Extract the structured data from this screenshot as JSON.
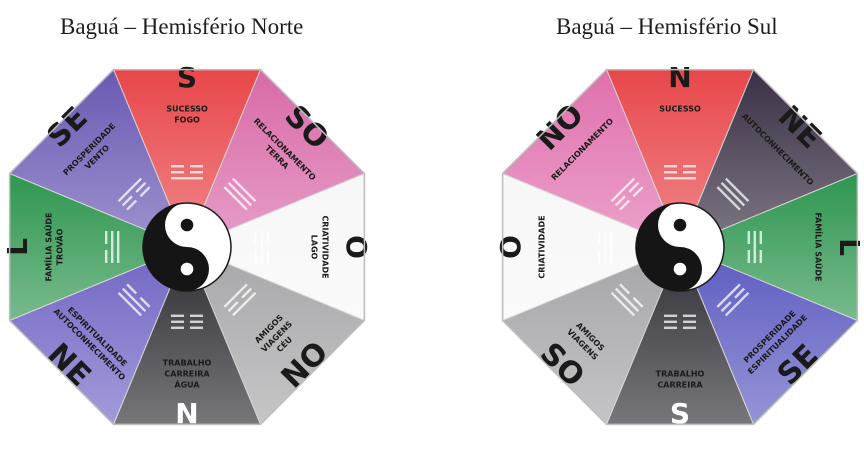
{
  "diagrams": [
    {
      "id": "north",
      "title": "Baguá – Hemisfério Norte",
      "sectors": [
        {
          "dir": "S",
          "lines": [
            "SUCESSO",
            "FOGO"
          ],
          "color": "#e8474a",
          "text": "#1a1a1a",
          "dirColor": "#1a1a1a"
        },
        {
          "dir": "SO",
          "lines": [
            "RELACIONAMENTO",
            "TERRA"
          ],
          "color": "#d96aa8",
          "text": "#1a1a1a",
          "dirColor": "#1a1a1a"
        },
        {
          "dir": "O",
          "lines": [
            "CRIATIVIDADE",
            "LAGO"
          ],
          "color": "#f7f7f7",
          "text": "#1a1a1a",
          "dirColor": "#1a1a1a"
        },
        {
          "dir": "NO",
          "lines": [
            "AMIGOS",
            "VIAGENS",
            "CÉU"
          ],
          "color": "#a7a7a9",
          "text": "#1a1a1a",
          "dirColor": "#1a1a1a"
        },
        {
          "dir": "N",
          "lines": [
            "TRABALHO",
            "CARREIRA",
            "ÁGUA"
          ],
          "color": "#2e2e33",
          "text": "#1a1a1a",
          "dirColor": "#ffffff"
        },
        {
          "dir": "NE",
          "lines": [
            "ESPIRITUALIDADE",
            "AUTOCONHECIMENTO"
          ],
          "color": "#7066c4",
          "text": "#1a1a1a",
          "dirColor": "#1a1a1a"
        },
        {
          "dir": "L",
          "lines": [
            "FAMÍLIA SAÚDE",
            "TROVÃO"
          ],
          "color": "#2f9650",
          "text": "#1a1a1a",
          "dirColor": "#1a1a1a"
        },
        {
          "dir": "SE",
          "lines": [
            "PROSPERIDADE",
            "VENTO"
          ],
          "color": "#6a59b3",
          "text": "#1a1a1a",
          "dirColor": "#1a1a1a"
        }
      ]
    },
    {
      "id": "south",
      "title": "Baguá – Hemisfério Sul",
      "sectors": [
        {
          "dir": "N",
          "lines": [
            "SUCESSO"
          ],
          "color": "#e8474a",
          "text": "#1a1a1a",
          "dirColor": "#1a1a1a"
        },
        {
          "dir": "NE",
          "lines": [
            "AUTOCONHECIMENTO"
          ],
          "color": "#3b3045",
          "text": "#1a1a1a",
          "dirColor": "#1a1a1a"
        },
        {
          "dir": "L",
          "lines": [
            "FAMÍLIA SAÚDE"
          ],
          "color": "#2f9650",
          "text": "#1a1a1a",
          "dirColor": "#1a1a1a"
        },
        {
          "dir": "SE",
          "lines": [
            "PROSPERIDADE",
            "ESPIRITUALIDADE"
          ],
          "color": "#5d5bc0",
          "text": "#1a1a1a",
          "dirColor": "#1a1a1a"
        },
        {
          "dir": "S",
          "lines": [
            "TRABALHO",
            "CARREIRA"
          ],
          "color": "#2f2f35",
          "text": "#1a1a1a",
          "dirColor": "#ffffff"
        },
        {
          "dir": "SO",
          "lines": [
            "AMIGOS",
            "VIAGENS"
          ],
          "color": "#a5a5a8",
          "text": "#1a1a1a",
          "dirColor": "#1a1a1a"
        },
        {
          "dir": "O",
          "lines": [
            "CRIATIVIDADE"
          ],
          "color": "#f7f7f7",
          "text": "#1a1a1a",
          "dirColor": "#1a1a1a"
        },
        {
          "dir": "NO",
          "lines": [
            "RELACIONAMENTO"
          ],
          "color": "#e070ad",
          "text": "#1a1a1a",
          "dirColor": "#1a1a1a"
        }
      ]
    }
  ]
}
